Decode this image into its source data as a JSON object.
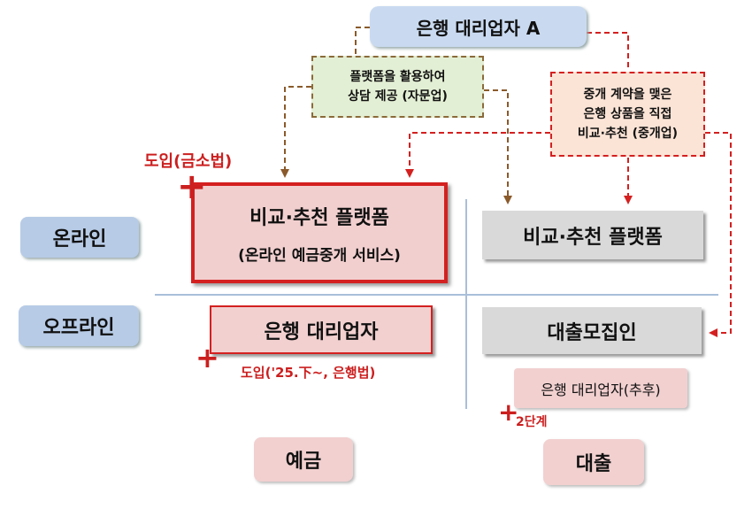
{
  "top_entity": "은행 대리업자 A",
  "note_advisory": [
    "플랫폼을 활용하여",
    "상담 제공 (자문업)"
  ],
  "note_brokerage": [
    "중개 계약을 맺은",
    "은행 상품을 직접",
    "비교·추천 (중개업)"
  ],
  "rows": {
    "online": "온라인",
    "offline": "오프라인"
  },
  "columns": {
    "deposit": "예금",
    "loan": "대출"
  },
  "cells": {
    "online_deposit": [
      "비교·추천 플랫폼",
      "(온라인 예금중개 서비스)"
    ],
    "online_loan": "비교·추천 플랫폼",
    "offline_deposit": "은행 대리업자",
    "offline_loan": "대출모집인",
    "offline_loan_future": "은행 대리업자(추후)"
  },
  "annotations": {
    "intro_online": "도입(금소법)",
    "intro_offline": "도입('25.下~, 은행법)",
    "stage2": "2단계",
    "plus_sign": "+"
  },
  "colors": {
    "accent_red": "#cc1f1f",
    "arrow_brown": "#8a5a2b",
    "row_blue": "#b7cbe6",
    "gray_box": "#d9d9d9"
  }
}
